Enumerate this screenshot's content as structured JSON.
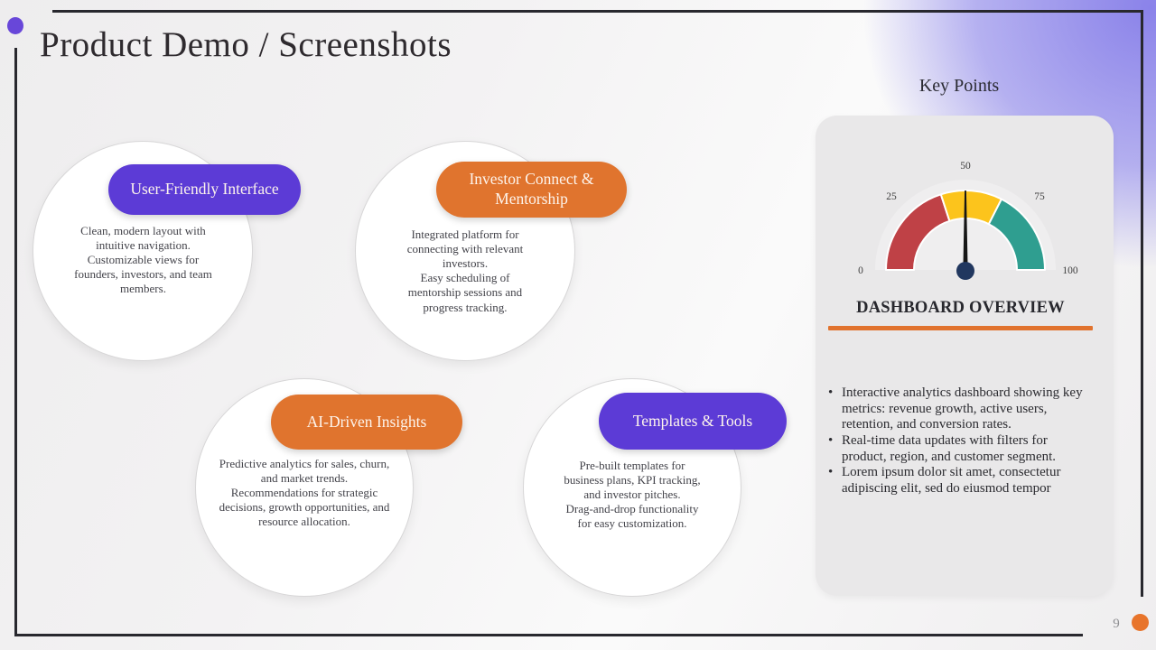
{
  "slide": {
    "title": "Product Demo / Screenshots",
    "page_number": "9"
  },
  "features": [
    {
      "label": "User-Friendly Interface",
      "pill_color": "#5c3bd6",
      "description": [
        "Clean, modern layout with intuitive navigation.",
        "Customizable views for founders, investors, and team members."
      ]
    },
    {
      "label": "Investor Connect & Mentorship",
      "pill_color": "#e0742e",
      "description": [
        "Integrated platform for connecting with relevant investors.",
        "Easy scheduling of mentorship sessions and progress tracking."
      ]
    },
    {
      "label": "AI-Driven Insights",
      "pill_color": "#e0742e",
      "description": [
        "Predictive analytics for sales, churn, and market trends.",
        "Recommendations for strategic decisions, growth opportunities, and resource allocation."
      ]
    },
    {
      "label": "Templates & Tools",
      "pill_color": "#5c3bd6",
      "description": [
        "Pre-built templates for business plans, KPI tracking, and investor pitches.",
        "Drag-and-drop functionality for easy customization."
      ]
    }
  ],
  "key_points": {
    "heading": "Key Points",
    "section_title": "DASHBOARD OVERVIEW",
    "bullets": [
      "Interactive analytics dashboard showing key metrics: revenue growth, active users, retention, and conversion rates.",
      "Real-time data updates with filters for product, region, and customer segment.",
      "Lorem ipsum dolor sit amet, consectetur adipiscing elit, sed do eiusmod tempor"
    ]
  },
  "chart_data": {
    "type": "gauge",
    "min": 0,
    "max": 100,
    "needle_value": 50,
    "tick_labels": [
      "0",
      "25",
      "50",
      "75",
      "100"
    ],
    "segments": [
      {
        "from": 0,
        "to": 40,
        "color": "#bf4146"
      },
      {
        "from": 40,
        "to": 65,
        "color": "#fcc41c"
      },
      {
        "from": 65,
        "to": 100,
        "color": "#2f9e90"
      }
    ],
    "background_arc_color": "#efeeef",
    "needle_color": "#161616",
    "pivot_color": "#21375f",
    "tick_label_color": "#3d3d3d"
  },
  "colors": {
    "purple_pill": "#5c3bd6",
    "orange_pill": "#e0742e",
    "accent_rule": "#e1732e",
    "purple_dot": "#6847d9",
    "orange_dot": "#e8742b",
    "frame_line": "#28282e",
    "corner_gradient": "#8a82e8",
    "card_background": "#e9e8e9"
  }
}
